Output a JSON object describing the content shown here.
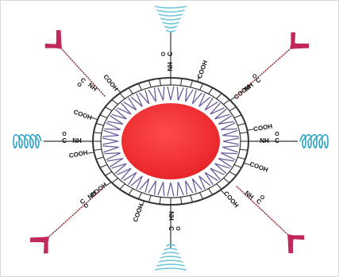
{
  "colors": {
    "core": "#e8262a",
    "core_highlight": "#ff4a4a",
    "antibody": "#c0285a",
    "spring": "#2aa3c4",
    "pyramid": "#6cc4d8",
    "linker": "#8a2a2a",
    "chain": "#6a5a9a",
    "shell": "#333333"
  },
  "icons": {
    "core": "nanoparticle-core",
    "antibody": "antibody-icon",
    "spring": "polymer-coil-icon",
    "pyramid": "stacked-peptide-icon"
  },
  "labels": {
    "carboxyl": "COOH",
    "amide": "NH",
    "carbonyl": "C",
    "oxygen": "O"
  },
  "ligands": [
    {
      "type": "antibody",
      "side": "top-left"
    },
    {
      "type": "pyramid",
      "side": "top"
    },
    {
      "type": "antibody",
      "side": "top-right"
    },
    {
      "type": "spring",
      "side": "left"
    },
    {
      "type": "spring",
      "side": "right"
    },
    {
      "type": "antibody",
      "side": "bottom-left"
    },
    {
      "type": "pyramid",
      "side": "bottom"
    },
    {
      "type": "antibody",
      "side": "bottom-right"
    }
  ]
}
